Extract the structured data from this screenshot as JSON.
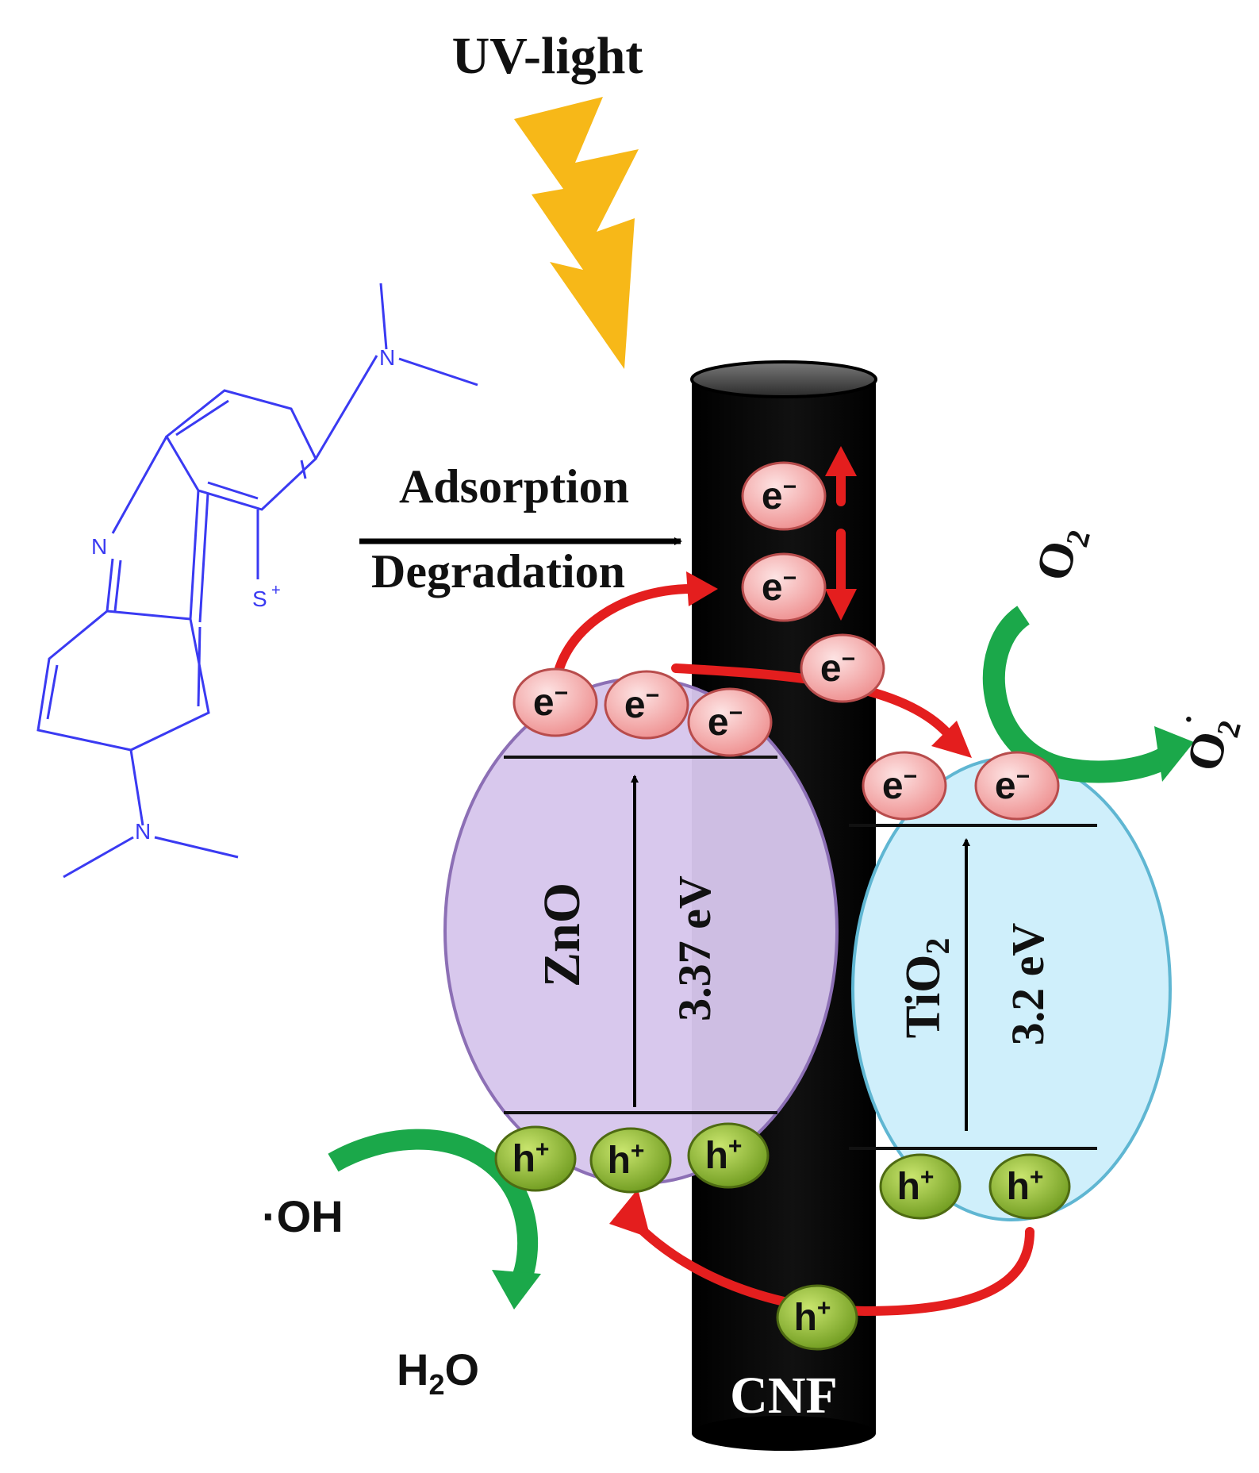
{
  "light": {
    "label": "UV-light",
    "bolt_color": "#F7B818"
  },
  "process": {
    "line1": "Adsorption",
    "line2": "Degradation"
  },
  "molecule": {
    "atom_n_ring": "N",
    "atom_s_ring": "S",
    "s_charge": "+",
    "atom_n_top": "N",
    "atom_n_bottom": "N",
    "color": "#3A3AF2"
  },
  "cnf": {
    "label": "CNF",
    "color": "#000000"
  },
  "zno": {
    "label": "ZnO",
    "band_gap": "3.37 eV",
    "fill": "#D6C6EC",
    "stroke": "#8C6FB5"
  },
  "tio2": {
    "label": "TiO",
    "label_sub": "2",
    "band_gap": "3.2 eV",
    "fill": "#CFEFFB",
    "stroke": "#5FB6D2"
  },
  "electron": {
    "symbol": "e",
    "sup": "−",
    "fill": "#F4A6A6",
    "stroke": "#B84C4C"
  },
  "hole": {
    "symbol": "h",
    "sup": "+",
    "fill": "#9BC43C",
    "stroke": "#4E6B12"
  },
  "reactions": {
    "o2": {
      "main": "O",
      "sub": "2"
    },
    "o2_radical": {
      "main": "O",
      "sub": "2",
      "sup": "·"
    },
    "oh": "·OH",
    "h2o": {
      "main": "H",
      "sub": "2",
      "tail": "O"
    },
    "green": "#1BA84A",
    "red": "#E41E1E"
  }
}
